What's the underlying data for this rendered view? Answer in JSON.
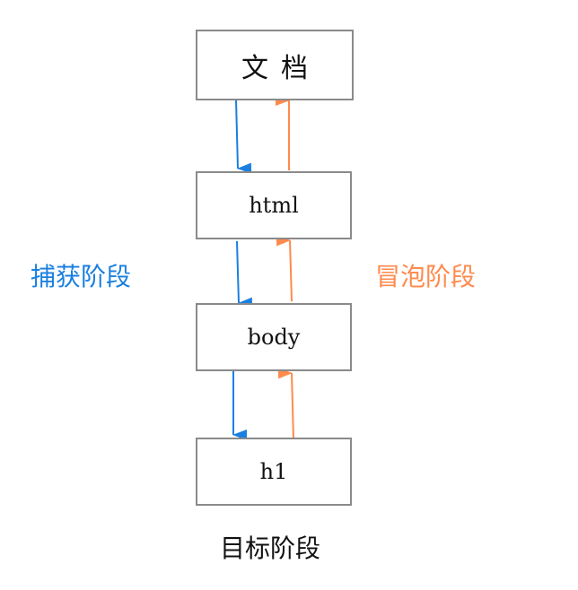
{
  "nodes": {
    "document": "文档",
    "html": "html",
    "body": "body",
    "h1": "h1"
  },
  "labels": {
    "capture": "捕获阶段",
    "bubble": "冒泡阶段",
    "target": "目标阶段"
  },
  "colors": {
    "capture": "#1a7fe0",
    "bubble": "#ff8a4c",
    "border": "#8a8a8a",
    "text": "#111111"
  }
}
